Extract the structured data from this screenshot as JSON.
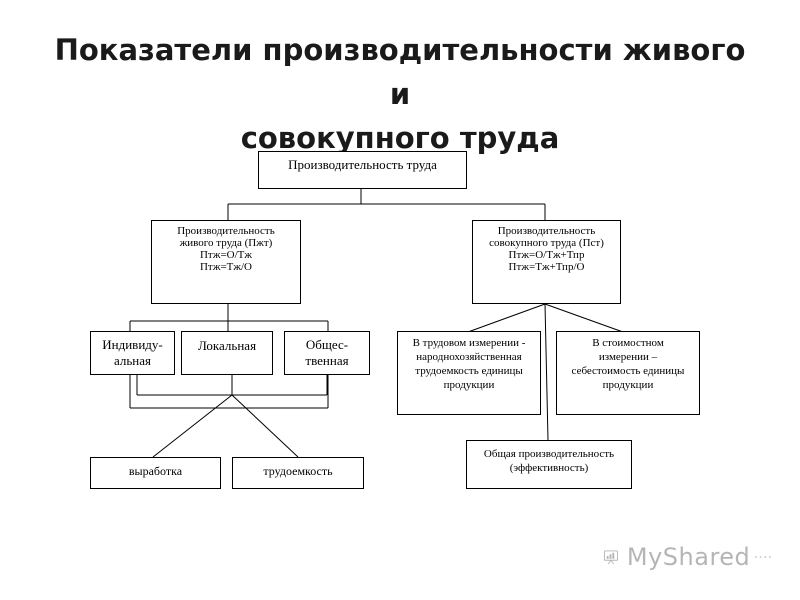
{
  "title": {
    "line1": "Показатели производительности живого и",
    "line2": "совокупного труда"
  },
  "diagram": {
    "root": "Производительность труда",
    "live": [
      "Производительность",
      "живого труда (Пжт)",
      "Птж=О/Тж",
      "Птж=Тж/О"
    ],
    "total": [
      "Производительность",
      "совокупного труда (Пст)",
      "Птж=О/Тж+Тпр",
      "Птж=Тж+Тпр/О"
    ],
    "individual": [
      "Индивиду-",
      "альная"
    ],
    "local": "Локальная",
    "social": [
      "Общес-",
      "твенная"
    ],
    "output": "выработка",
    "labor_intensity": "трудоемкость",
    "labor_dimension": [
      "В трудовом измерении -",
      "народнохозяйственная",
      "трудоемкость единицы",
      "продукции"
    ],
    "cost_dimension": [
      "В стоимостном",
      "измерении –",
      "себестоимость единицы",
      "продукции"
    ],
    "overall": [
      "Общая производительность",
      "(эффективность)"
    ]
  },
  "logo": {
    "text": "MyShared",
    "icon": "presentation-board-icon",
    "color": "#7a7a7a"
  }
}
